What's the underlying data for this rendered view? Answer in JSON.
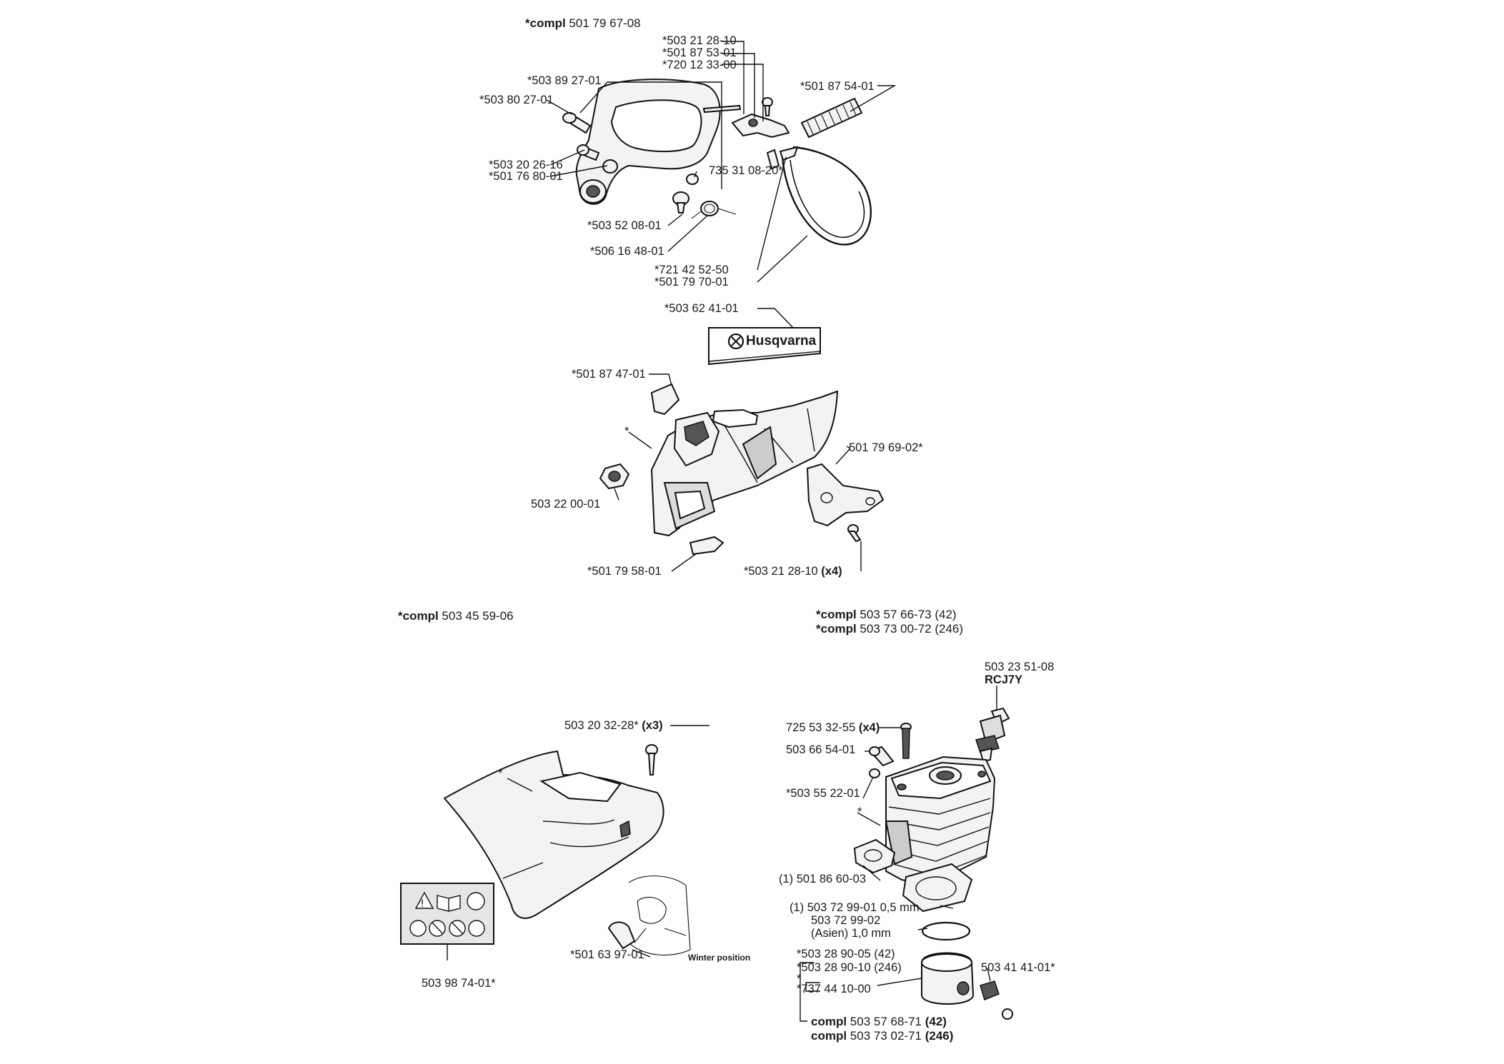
{
  "headers": {
    "kit_top": {
      "prefix": "*compl",
      "num": "501 79 67-08"
    },
    "kit_cover": {
      "prefix": "*compl",
      "num": "503 45 59-06"
    },
    "kit_cyl_42": {
      "prefix": "*compl",
      "num": "503 57 66-73 (42)"
    },
    "kit_cyl_246": {
      "prefix": "*compl",
      "num": "503 73 00-72 (246)"
    },
    "kit_piston_42": {
      "prefix": "compl",
      "num": "503 57 68-71",
      "suffix": "(42)"
    },
    "kit_piston_246": {
      "prefix": "compl",
      "num": "503 73 02-71",
      "suffix": "(246)"
    }
  },
  "parts": {
    "p503212810": "*503 21 28-10",
    "p501875301": "*501 87 53-01",
    "p720123300": "*720 12 33-00",
    "p501875401": "*501 87 54-01",
    "p503892701": "*503 89 27-01",
    "p503802701": "*503 80 27-01",
    "p735310820": "735 31 08-20*",
    "p503202616": "*503 20 26-16",
    "p501768001": "*501 76 80-01",
    "p503520801": "*503 52 08-01",
    "p506164801": "*506 16 48-01",
    "p721425250": "*721 42 52-50",
    "p501797001": "*501 79 70-01",
    "p503624101": "*503 62 41-01",
    "brand": "Husqvarna",
    "p501874701": "*501 87 47-01",
    "star1": "*",
    "p501796902": "501 79 69-02*",
    "p503220001": "503 22 00-01",
    "p501795801": "*501 79 58-01",
    "p503212810x4": {
      "num": "*503 21 28-10",
      "qty": "(x4)"
    },
    "p503203228": {
      "num": "503 20 32-28*",
      "qty": "(x3)"
    },
    "star2": "*",
    "p503987401": "503 98 74-01*",
    "p501639701": "*501 63 97-01",
    "winter": "Winter position",
    "p503235108": "503 23 51-08",
    "rcj7y": "RCJ7Y",
    "p725533255": {
      "num": "725 53 32-55",
      "qty": "(x4)"
    },
    "p503665401": "503 66 54-01",
    "p503552201": "*503 55 22-01",
    "star3": "*",
    "p501866003": "(1) 501 86 60-03",
    "p503729901": "(1) 503 72 99-01 0,5 mm",
    "p503729902": "503 72 99-02",
    "asien": "(Asien) 1,0 mm",
    "p503289005": "*503 28 90-05 (42)",
    "p503289010": "*503 28 90-10 (246)",
    "star4": "*",
    "p737441000": "*737 44 10-00",
    "p503414101": "503 41 41-01*"
  }
}
